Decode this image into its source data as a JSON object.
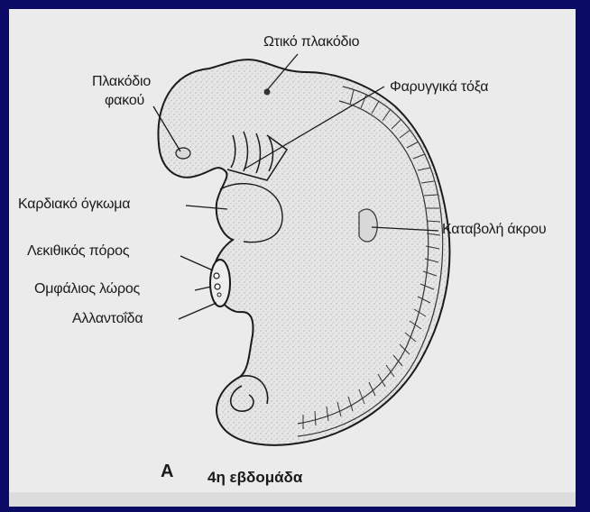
{
  "labels": {
    "otic_placode": "Ωτικό πλακόδιο",
    "lens_placode_line1": "Πλακόδιο",
    "lens_placode_line2": "φακού",
    "pharyngeal_arches": "Φαρυγγικά τόξα",
    "cardiac_bulge": "Καρδιακό όγκωμα",
    "limb_bud": "Καταβολή άκρου",
    "yolk_duct": "Λεκιθικός πόρος",
    "umbilical_cord": "Ομφάλιος λώρος",
    "allantois": "Αλλαντοΐδα"
  },
  "panel_letter": "A",
  "caption": "4η εβδομάδα",
  "colors": {
    "frame": "#0b0b66",
    "panel": "#ebebeb",
    "ink": "#1a1a1a",
    "embryo_fill": "#e6e6e6"
  }
}
